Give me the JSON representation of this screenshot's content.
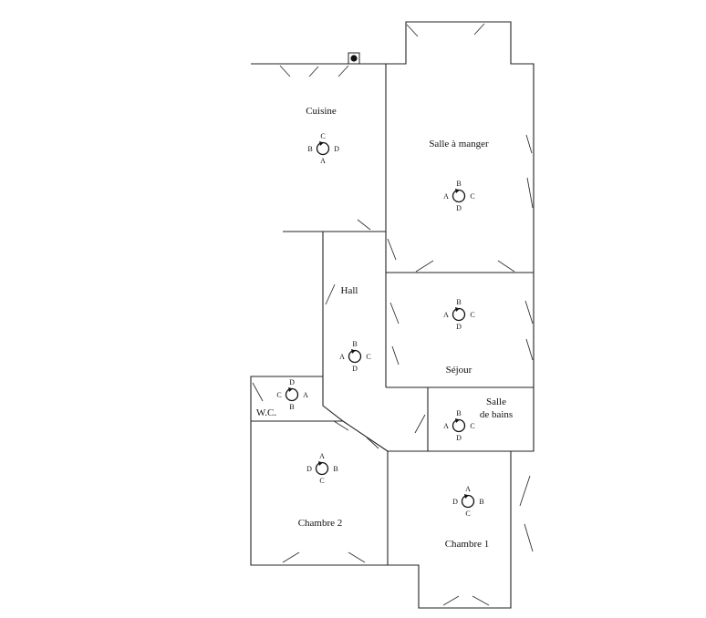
{
  "rooms": {
    "cuisine": "Cuisine",
    "salle_a_manger": "Salle à manger",
    "hall": "Hall",
    "sejour": "Séjour",
    "salle_de_bains_1": "Salle",
    "salle_de_bains_2": "de bains",
    "wc": "W.C.",
    "chambre_2": "Chambre 2",
    "chambre_1": "Chambre 1"
  },
  "compasses": [
    {
      "id": "cuisine",
      "top": "C",
      "left": "B",
      "right": "D",
      "bottom": "A"
    },
    {
      "id": "salle-a-manger",
      "top": "B",
      "left": "A",
      "right": "C",
      "bottom": "D"
    },
    {
      "id": "sejour",
      "top": "B",
      "left": "A",
      "right": "C",
      "bottom": "D"
    },
    {
      "id": "hall",
      "top": "B",
      "left": "A",
      "right": "C",
      "bottom": "D"
    },
    {
      "id": "wc",
      "top": "D",
      "left": "C",
      "right": "A",
      "bottom": "B"
    },
    {
      "id": "salle-de-bains",
      "top": "B",
      "left": "A",
      "right": "C",
      "bottom": "D"
    },
    {
      "id": "chambre-2",
      "top": "A",
      "left": "D",
      "right": "B",
      "bottom": "C"
    },
    {
      "id": "chambre-1",
      "top": "A",
      "left": "D",
      "right": "B",
      "bottom": "C"
    }
  ]
}
